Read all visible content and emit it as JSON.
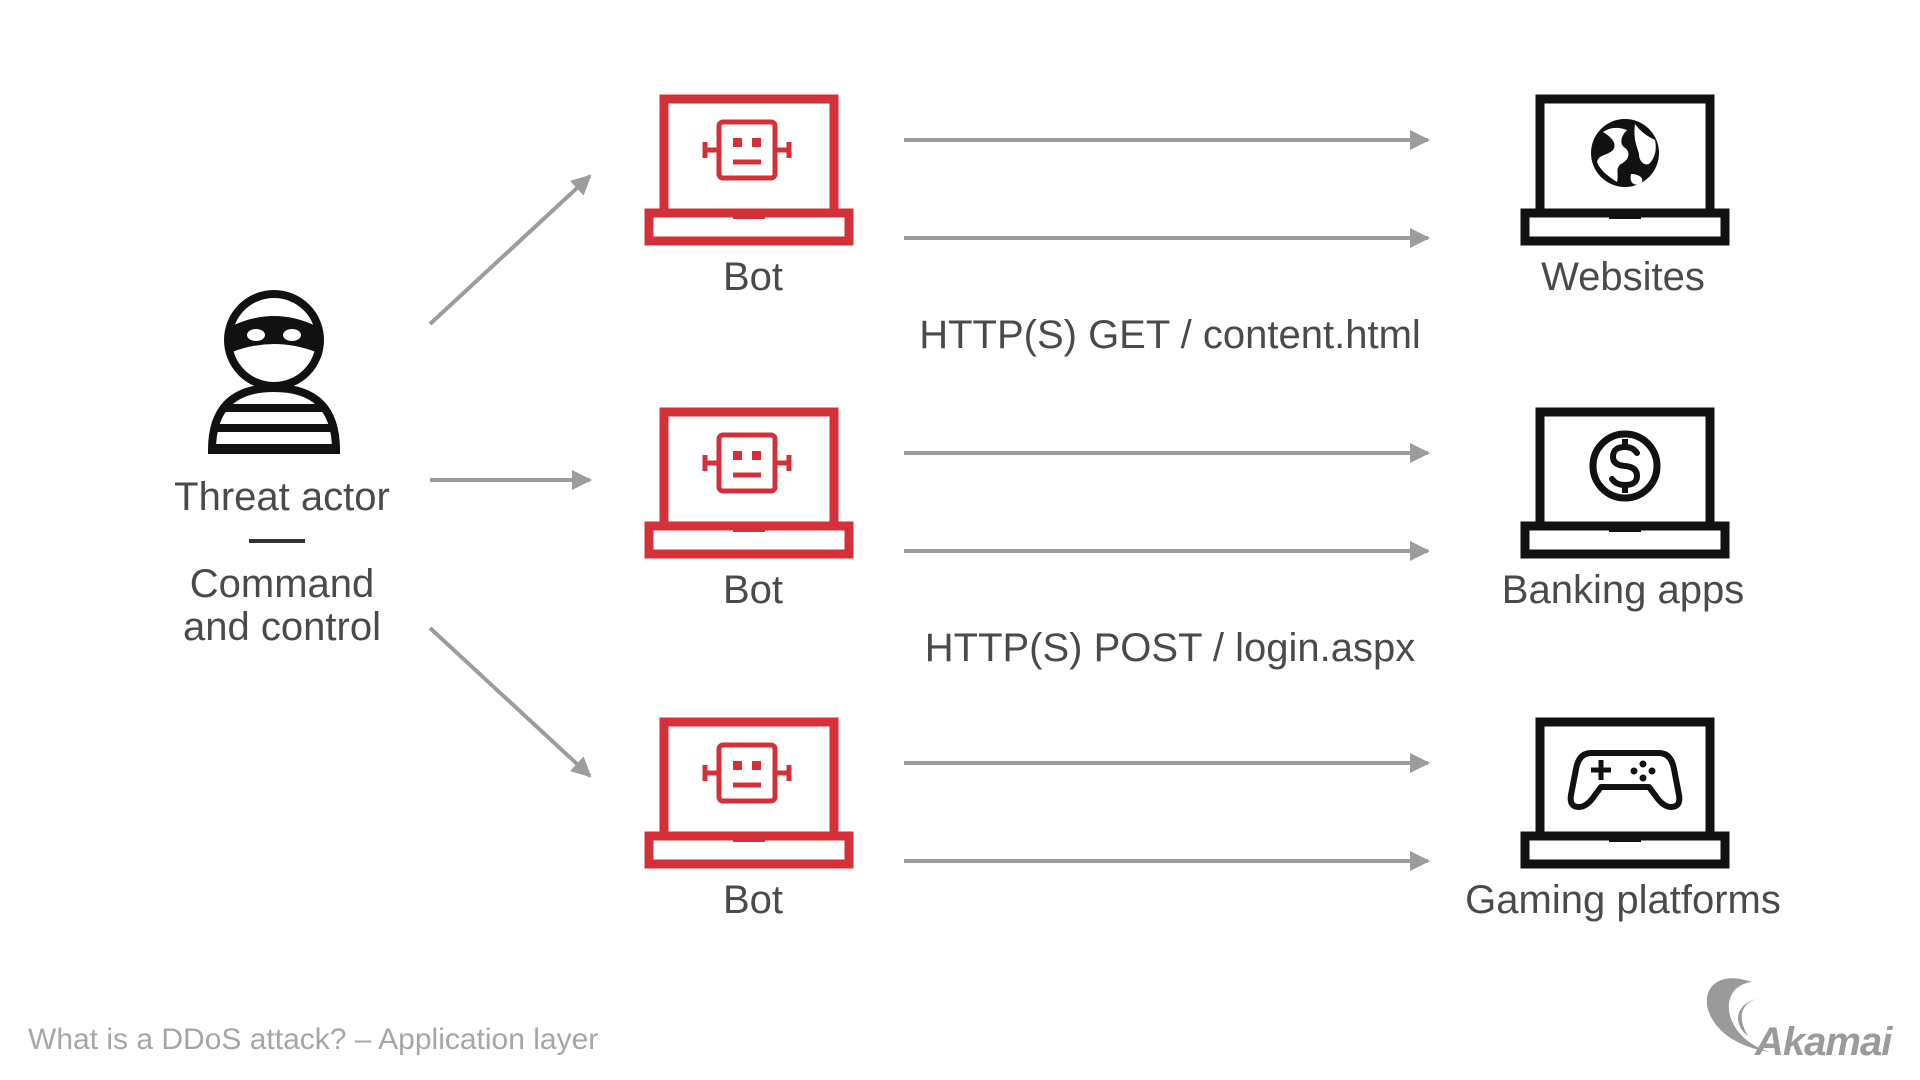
{
  "diagram": {
    "actor": {
      "label_line1": "Threat actor",
      "label_line2": "Command",
      "label_line3": "and control",
      "icon": "threat-actor-icon"
    },
    "bots": [
      {
        "label": "Bot",
        "icon": "robot-icon"
      },
      {
        "label": "Bot",
        "icon": "robot-icon"
      },
      {
        "label": "Bot",
        "icon": "robot-icon"
      }
    ],
    "targets": [
      {
        "label": "Websites",
        "icon": "globe-icon"
      },
      {
        "label": "Banking apps",
        "icon": "dollar-icon"
      },
      {
        "label": "Gaming platforms",
        "icon": "gamepad-icon"
      }
    ],
    "requests": [
      {
        "label": "HTTP(S) GET / content.html"
      },
      {
        "label": "HTTP(S) POST / login.aspx"
      }
    ]
  },
  "footer": {
    "caption": "What is a DDoS attack? – Application layer",
    "brand": "Akamai"
  },
  "colors": {
    "bot_red": "#d3303a",
    "arrow_gray": "#9c9c9c",
    "icon_black": "#111111",
    "text_gray": "#4a4a4a",
    "caption_gray": "#a6a6a6"
  }
}
